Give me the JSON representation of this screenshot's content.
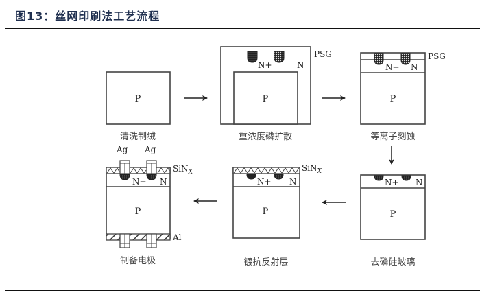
{
  "header": {
    "title": "图13：丝网印刷法工艺流程"
  },
  "diagram": {
    "steps": [
      {
        "caption": "清洗制绒",
        "region_label": "P"
      },
      {
        "caption": "重浓度磷扩散",
        "region_label": "P",
        "layer_labels": {
          "psg": "PSG",
          "n_plus": "N+",
          "n": "N"
        }
      },
      {
        "caption": "等离子刻蚀",
        "region_label": "P",
        "layer_labels": {
          "psg": "PSG",
          "n_plus": "N+",
          "n": "N"
        }
      },
      {
        "caption": "去磷硅玻璃",
        "region_label": "P",
        "layer_labels": {
          "n_plus": "N+",
          "n": "N"
        }
      },
      {
        "caption": "镀抗反射层",
        "region_label": "P",
        "layer_labels": {
          "sinx": "SiN",
          "sinx_sub": "X",
          "n_plus": "N+",
          "n": "N"
        }
      },
      {
        "caption": "制备电极",
        "region_label": "P",
        "layer_labels": {
          "ag_left": "Ag",
          "ag_right": "Ag",
          "sinx": "SiN",
          "sinx_sub": "X",
          "n_plus": "N+",
          "n": "N",
          "al": "Al"
        }
      }
    ],
    "flow_arrows": [
      {
        "from": "清洗制绒",
        "to": "重浓度磷扩散",
        "direction": "right"
      },
      {
        "from": "重浓度磷扩散",
        "to": "等离子刻蚀",
        "direction": "right"
      },
      {
        "from": "等离子刻蚀",
        "to": "去磷硅玻璃",
        "direction": "down"
      },
      {
        "from": "去磷硅玻璃",
        "to": "镀抗反射层",
        "direction": "left"
      },
      {
        "from": "镀抗反射层",
        "to": "制备电极",
        "direction": "left"
      }
    ]
  }
}
